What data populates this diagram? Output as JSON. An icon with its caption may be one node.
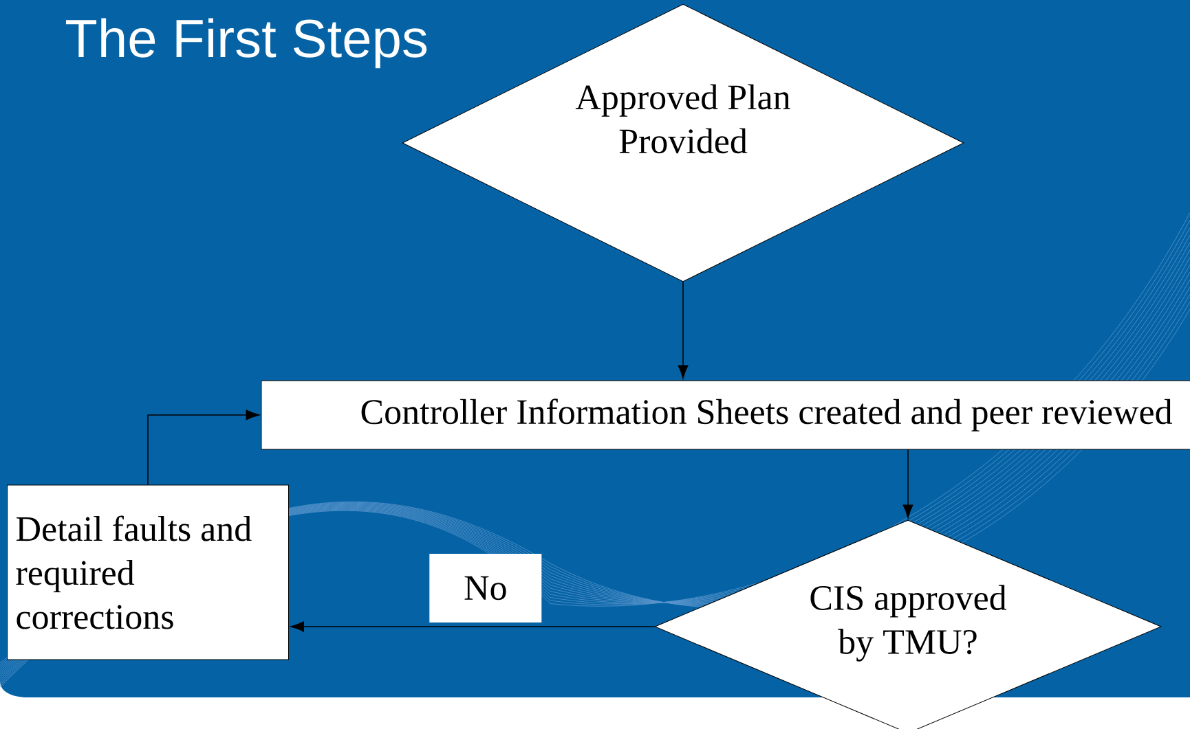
{
  "diagram": {
    "title": "The First Steps",
    "nodes": [
      {
        "text": [
          "Approved Plan Provided"
        ]
      },
      {
        "text": [
          "Controller Information Sheets created and peer reviewed"
        ]
      },
      {
        "text": [
          "Detail faults and required corrections"
        ]
      },
      {
        "text": [
          "CIS approved by TMU?"
        ]
      }
    ],
    "edges": [
      {
        "from": 0,
        "to": 1,
        "arrow": "to"
      },
      {
        "from": 1,
        "to": 3,
        "arrow": "to"
      },
      {
        "from": 3,
        "to": 2,
        "arrow": "to",
        "label": "No"
      },
      {
        "from": 2,
        "to": 1,
        "arrow": "to"
      }
    ]
  }
}
